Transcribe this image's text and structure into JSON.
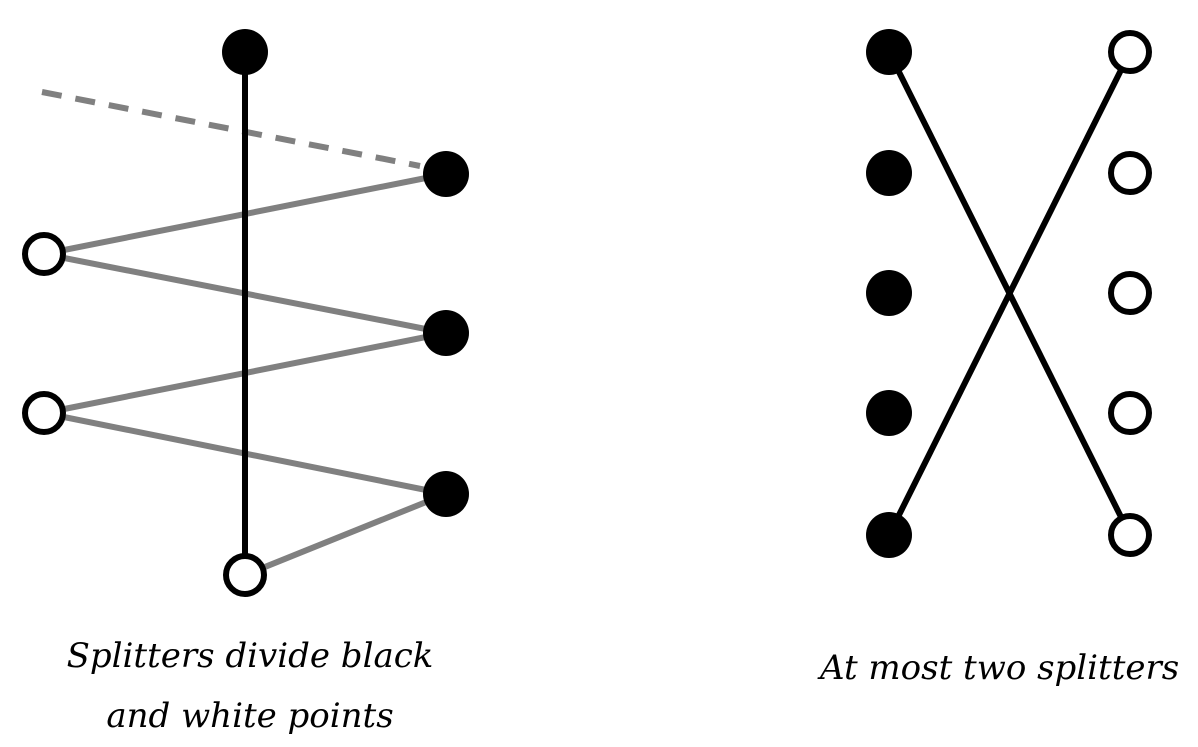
{
  "captions": {
    "left_line1": "Splitters divide black",
    "left_line2": "and white points",
    "right": "At most two splitters"
  },
  "colors": {
    "black_point": "#000000",
    "white_point_fill": "#ffffff",
    "outline": "#000000",
    "splitter_line": "#000000",
    "zigzag_line": "#808080",
    "dashed_line": "#808080"
  }
}
